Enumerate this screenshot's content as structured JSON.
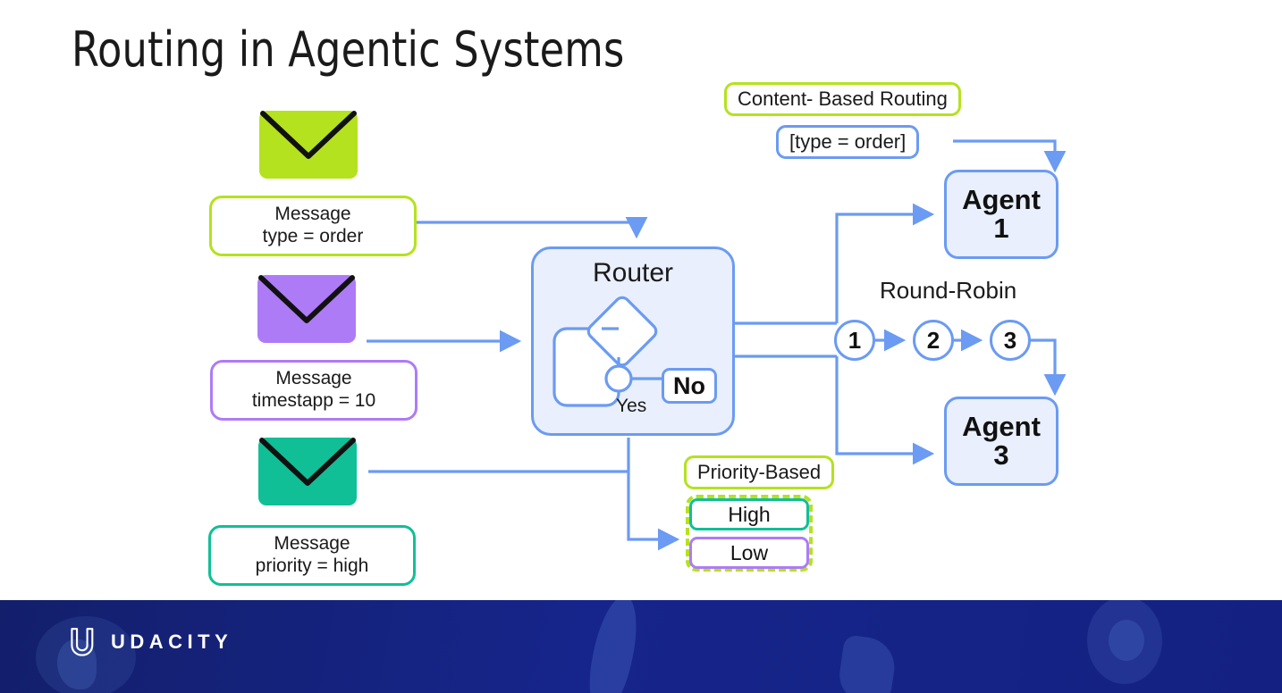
{
  "slide": {
    "title": "Routing in Agentic Systems",
    "background": "#ffffff"
  },
  "colors": {
    "green": "#b4e21e",
    "purple": "#ae7bf7",
    "teal": "#10bf96",
    "blue_line": "#6b9bf2",
    "box_fill": "#e9effc",
    "text": "#1a1a1a",
    "footer_bg": "#16258b"
  },
  "messages": [
    {
      "icon": "envelope-icon",
      "color": "#b4e21e",
      "line1": "Message",
      "line2": "type = order"
    },
    {
      "icon": "envelope-icon",
      "color": "#ae7bf7",
      "line1": "Message",
      "line2": "timestapp = 10"
    },
    {
      "icon": "envelope-icon",
      "color": "#10bf96",
      "line1": "Message",
      "line2": "priority = high"
    }
  ],
  "router": {
    "label": "Router",
    "yes_label": "Yes",
    "no_label": "No"
  },
  "content_routing": {
    "title": "Content- Based Routing",
    "condition": "[type = order]"
  },
  "round_robin": {
    "title": "Round-Robin",
    "nodes": [
      "1",
      "2",
      "3"
    ]
  },
  "priority": {
    "title": "Priority-Based",
    "items": [
      {
        "label": "High",
        "border": "#10bf96"
      },
      {
        "label": "Low",
        "border": "#ae7bf7"
      }
    ]
  },
  "agents": [
    {
      "name": "Agent",
      "number": "1"
    },
    {
      "name": "Agent",
      "number": "3"
    }
  ],
  "footer": {
    "brand": "UDACITY",
    "logo_icon": "udacity-shield-icon"
  }
}
